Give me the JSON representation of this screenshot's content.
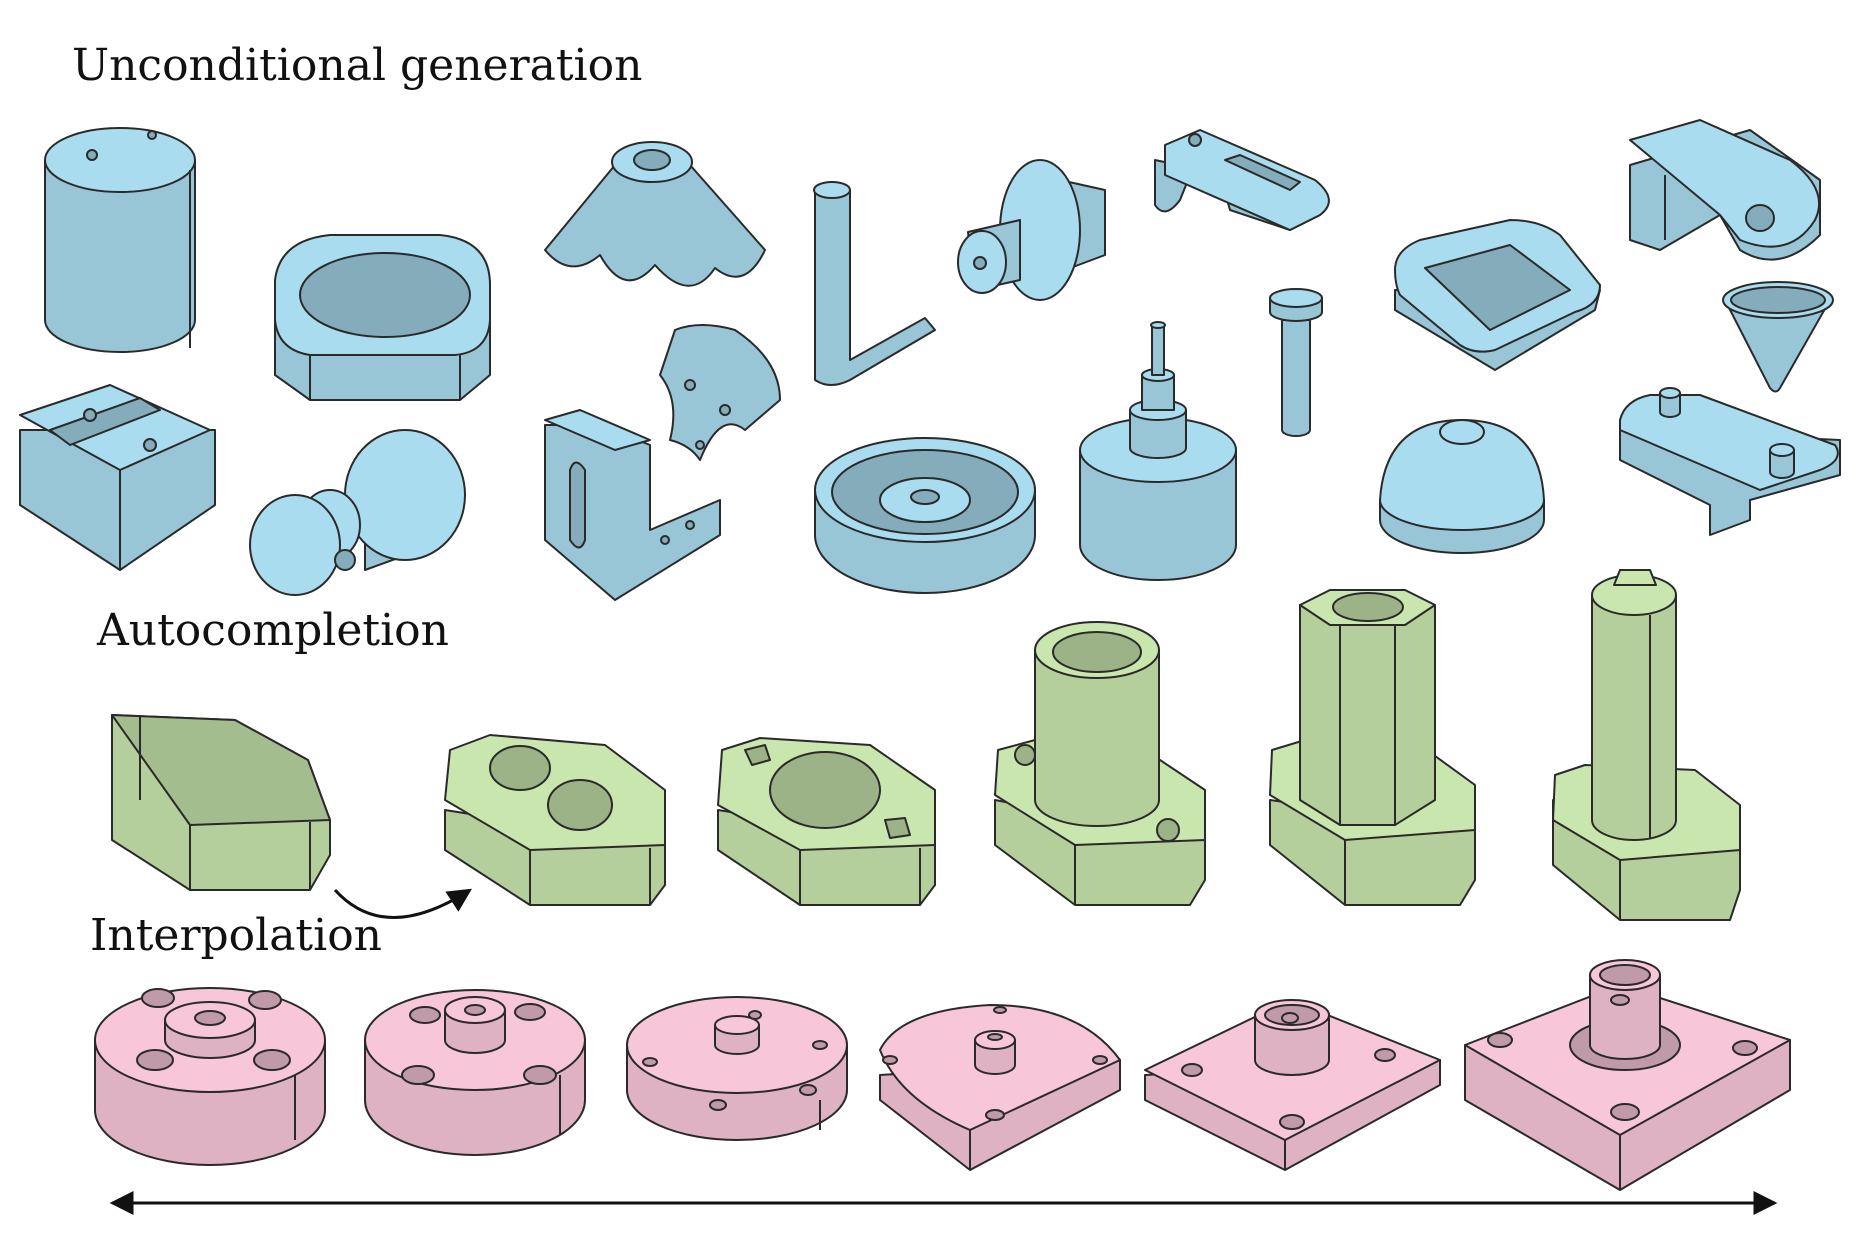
{
  "sections": {
    "unconditional": "Unconditional generation",
    "autocompletion": "Autocompletion",
    "interpolation": "Interpolation"
  },
  "colors": {
    "unconditional_fill": "#a9dcef",
    "autocompletion_fill": "#c8e6ad",
    "interpolation_fill": "#f7c6d9",
    "outline": "#2a2a2a",
    "arrow": "#111111"
  }
}
